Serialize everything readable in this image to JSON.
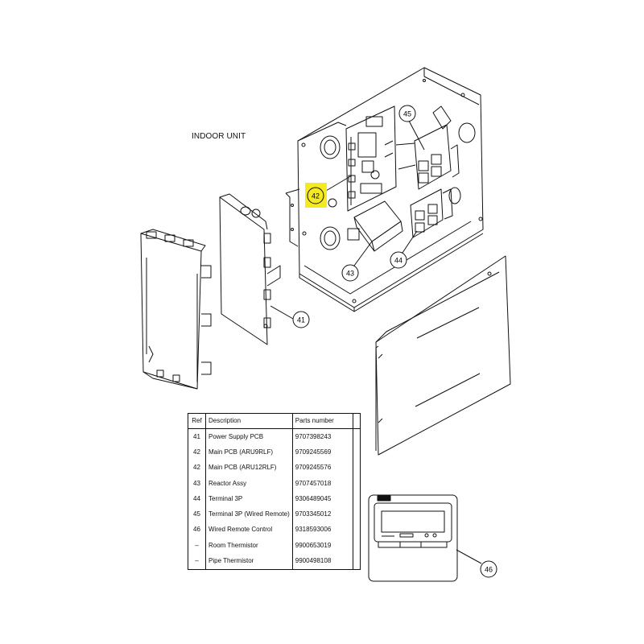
{
  "title": "INDOOR UNIT",
  "callouts": {
    "c41": "41",
    "c42": "42",
    "c43": "43",
    "c44": "44",
    "c45": "45",
    "c46": "46"
  },
  "highlight_color": "#f5ea1e",
  "table": {
    "headers": {
      "ref": "Ref",
      "description": "Description",
      "part": "Parts number"
    },
    "rows": [
      {
        "ref": "41",
        "description": "Power Supply PCB",
        "part": "9707398243"
      },
      {
        "ref": "42",
        "description": "Main PCB (ARU9RLF)",
        "part": "9709245569"
      },
      {
        "ref": "42",
        "description": "Main PCB (ARU12RLF)",
        "part": "9709245576"
      },
      {
        "ref": "43",
        "description": "Reactor Assy",
        "part": "9707457018"
      },
      {
        "ref": "44",
        "description": "Terminal 3P",
        "part": "9306489045"
      },
      {
        "ref": "45",
        "description": "Terminal 3P (Wired Remote)",
        "part": "9703345012"
      },
      {
        "ref": "46",
        "description": "Wired Remote Control",
        "part": "9318593006"
      },
      {
        "ref": "–",
        "description": "Room Thermistor",
        "part": "9900653019"
      },
      {
        "ref": "–",
        "description": "Pipe Thermistor",
        "part": "9900498108"
      }
    ]
  }
}
